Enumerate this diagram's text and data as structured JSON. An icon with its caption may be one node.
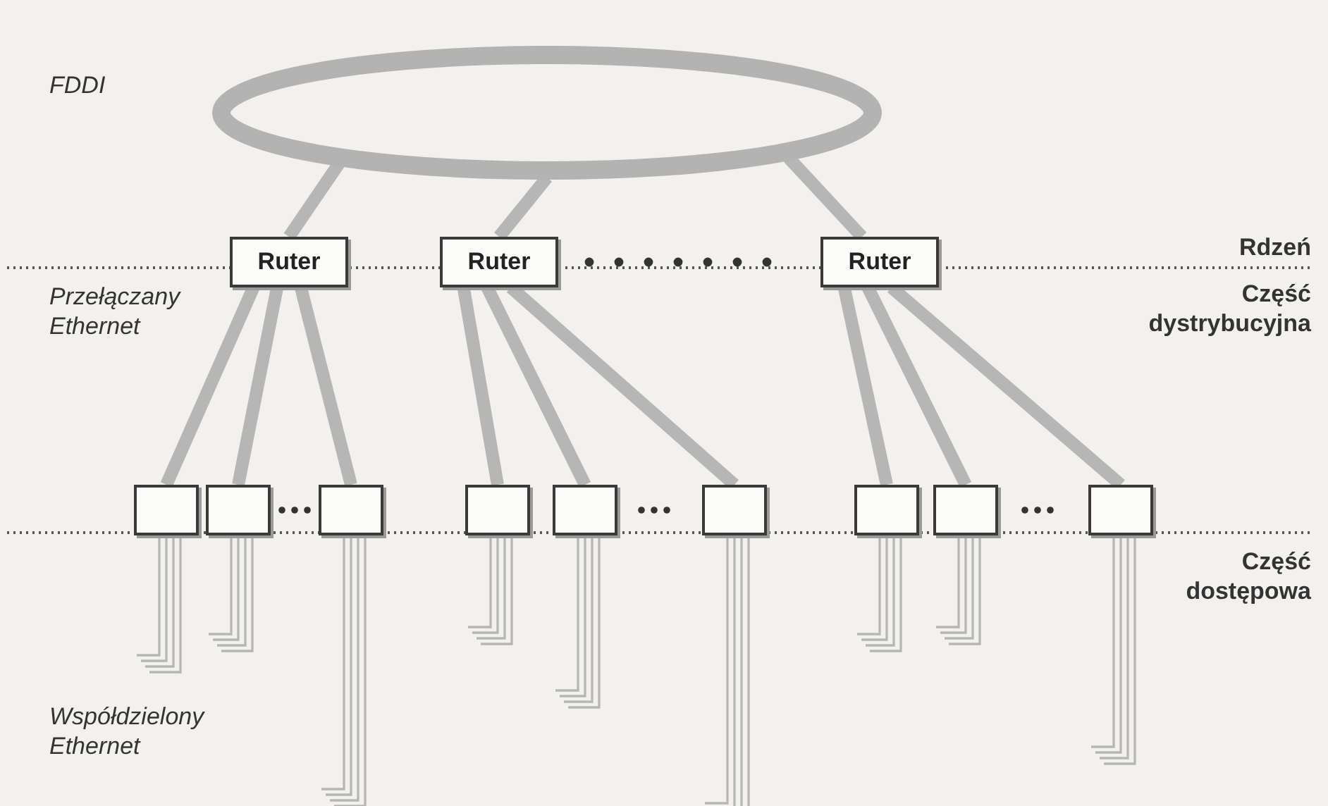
{
  "diagram": {
    "nodes": [
      {
        "text": [],
        "shape": "ellipse"
      },
      {
        "text": [
          "Ruter"
        ]
      },
      {
        "text": [
          "Ruter"
        ]
      },
      {
        "text": [
          "Ruter"
        ]
      },
      {
        "text": [],
        "shape": "box"
      },
      {
        "text": [],
        "shape": "box"
      },
      {
        "text": [],
        "shape": "box"
      },
      {
        "text": [],
        "shape": "box"
      },
      {
        "text": [],
        "shape": "box"
      },
      {
        "text": [],
        "shape": "box"
      },
      {
        "text": [],
        "shape": "box"
      },
      {
        "text": [],
        "shape": "box"
      },
      {
        "text": [],
        "shape": "box"
      }
    ],
    "edges": [
      {
        "from": 0,
        "to": 1,
        "arrow": "none"
      },
      {
        "from": 0,
        "to": 2,
        "arrow": "none"
      },
      {
        "from": 0,
        "to": 3,
        "arrow": "none"
      },
      {
        "from": 1,
        "to": 4,
        "arrow": "none"
      },
      {
        "from": 1,
        "to": 5,
        "arrow": "none"
      },
      {
        "from": 1,
        "to": 6,
        "arrow": "none"
      },
      {
        "from": 2,
        "to": 7,
        "arrow": "none"
      },
      {
        "from": 2,
        "to": 8,
        "arrow": "none"
      },
      {
        "from": 2,
        "to": 9,
        "arrow": "none"
      },
      {
        "from": 3,
        "to": 10,
        "arrow": "none"
      },
      {
        "from": 3,
        "to": 11,
        "arrow": "none"
      },
      {
        "from": 3,
        "to": 12,
        "arrow": "none"
      },
      {
        "from": 4,
        "to": null,
        "arrow": "none"
      },
      {
        "from": 5,
        "to": null,
        "arrow": "none"
      },
      {
        "from": 6,
        "to": null,
        "arrow": "none"
      },
      {
        "from": 7,
        "to": null,
        "arrow": "none"
      },
      {
        "from": 8,
        "to": null,
        "arrow": "none"
      },
      {
        "from": 9,
        "to": null,
        "arrow": "none"
      },
      {
        "from": 10,
        "to": null,
        "arrow": "none"
      },
      {
        "from": 11,
        "to": null,
        "arrow": "none"
      },
      {
        "from": 12,
        "to": null,
        "arrow": "none"
      }
    ],
    "labels": [
      "FDDI",
      "Rdzeń",
      "Przełączany Ethernet",
      "Część dystrybucyjna",
      "Część dostępowa",
      "Współdzielony Ethernet"
    ]
  }
}
